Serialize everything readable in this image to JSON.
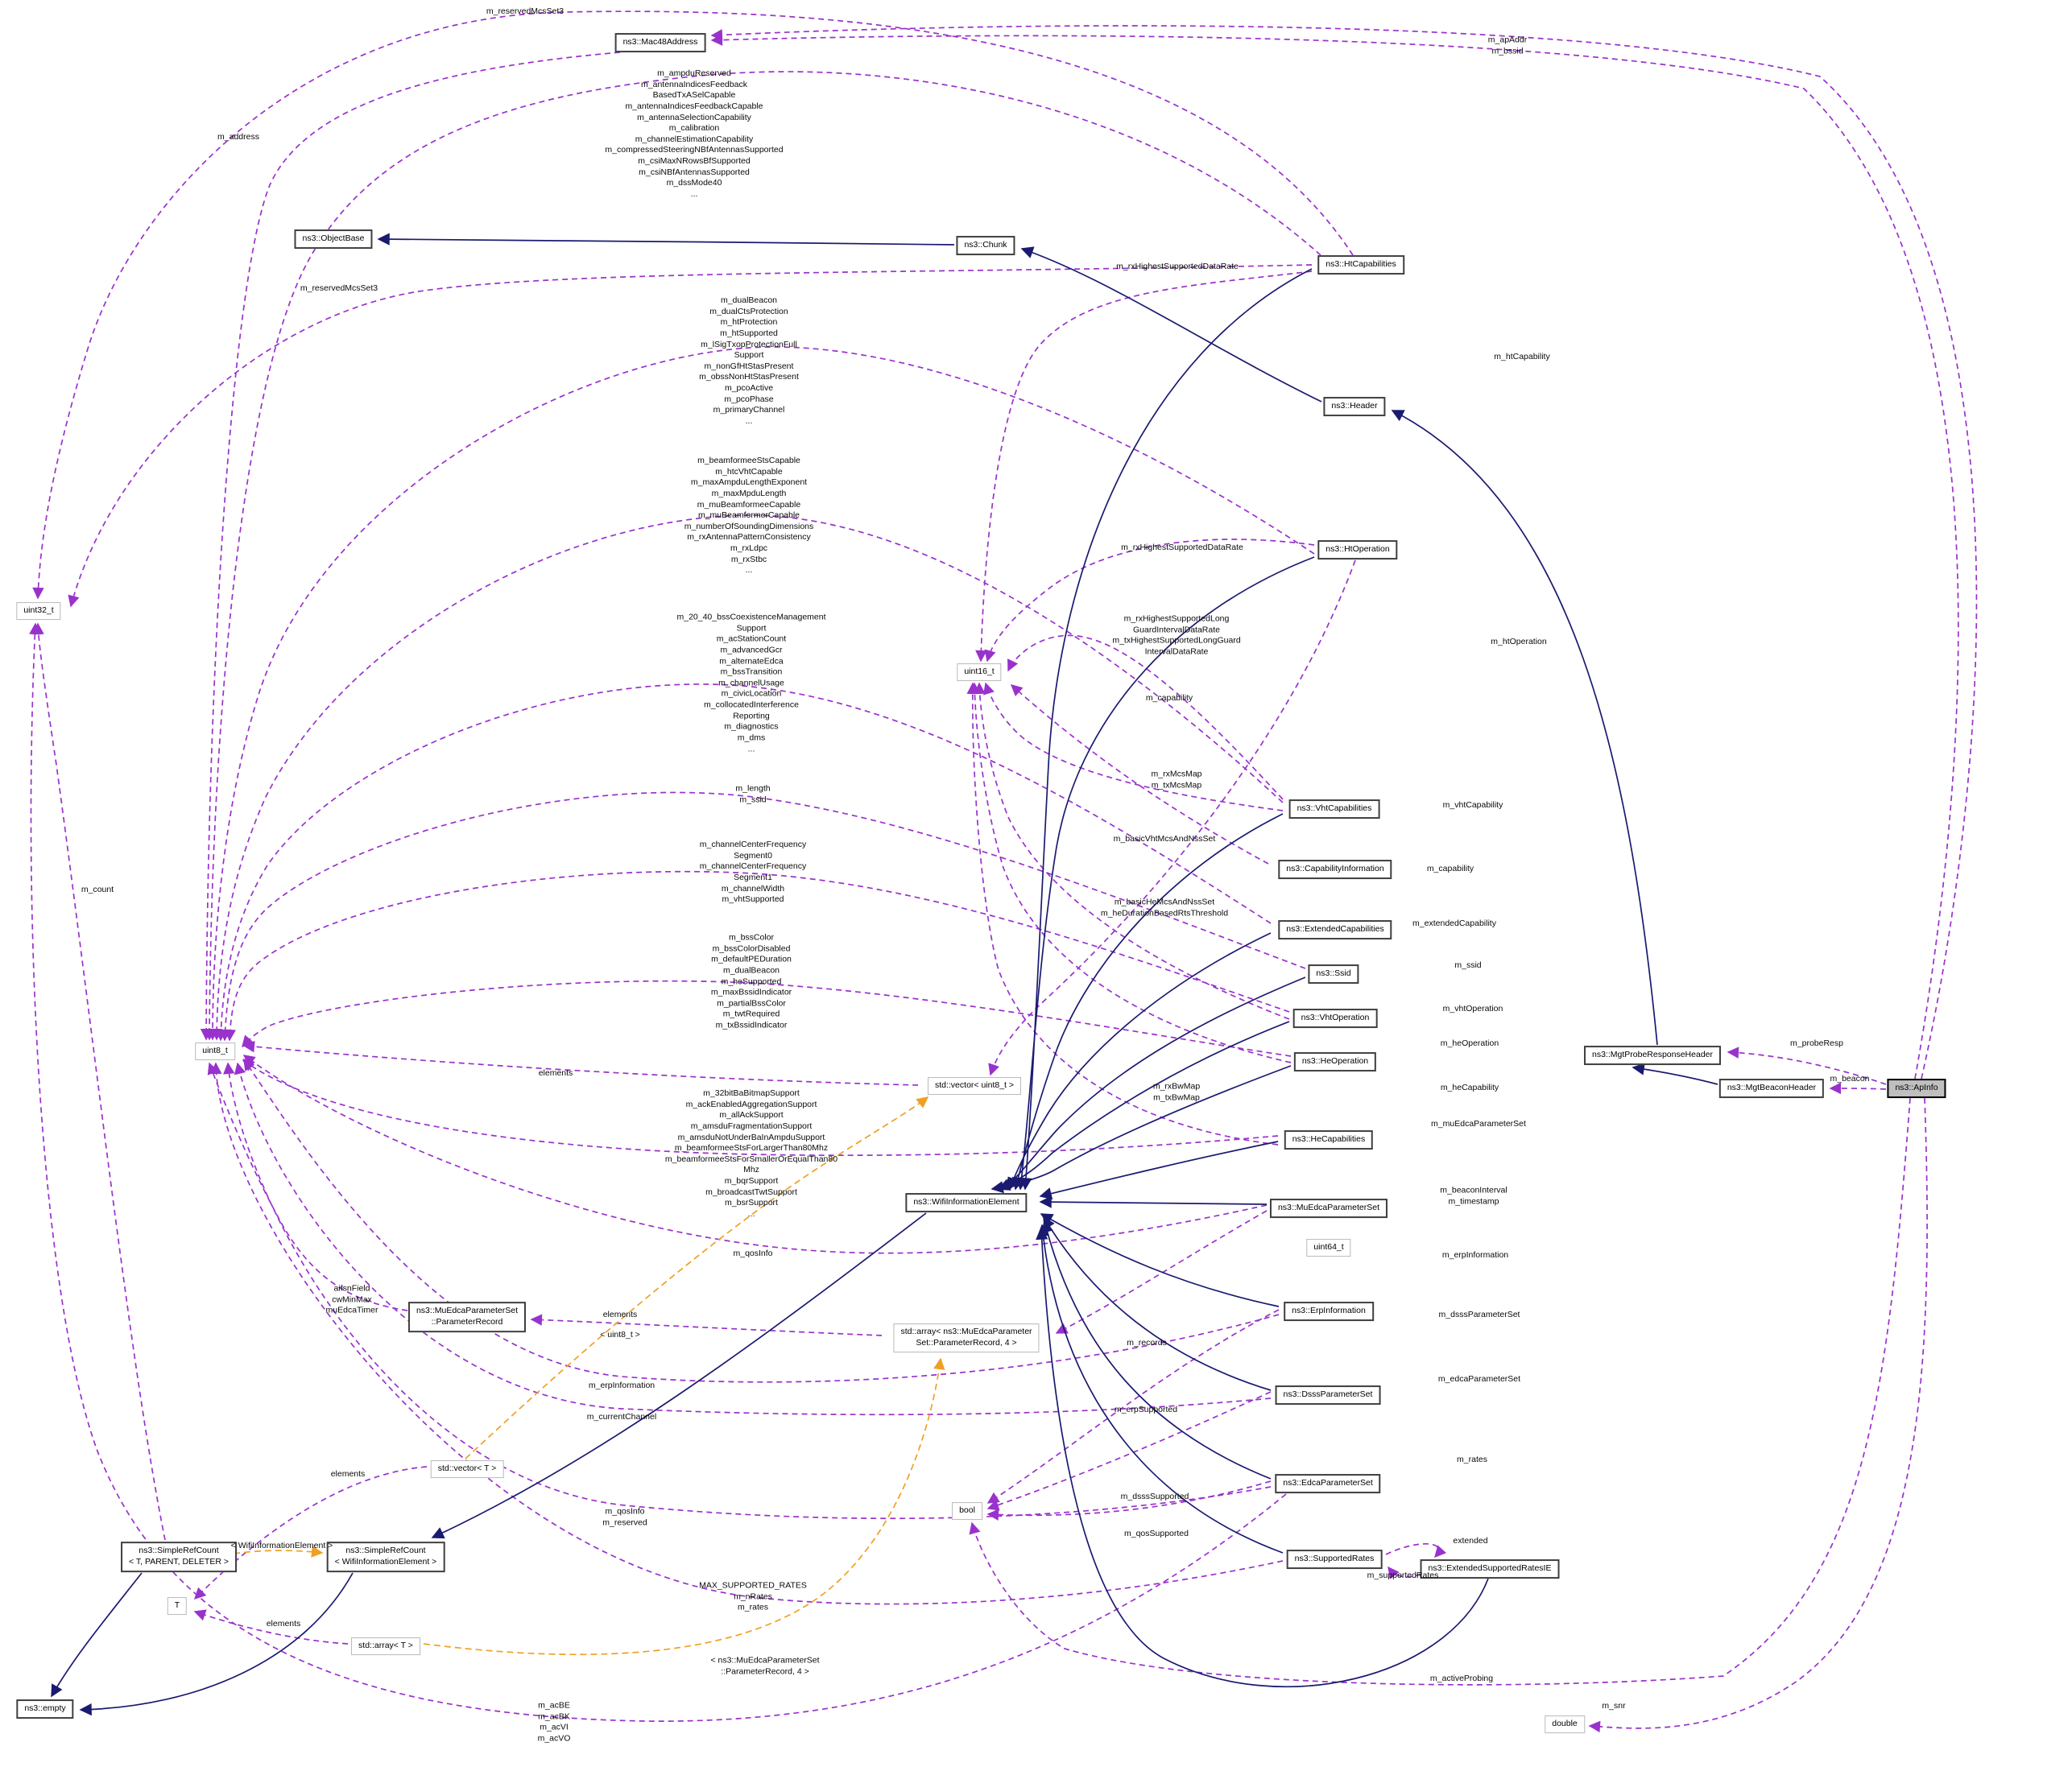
{
  "diagram": {
    "kind": "collaboration-graph",
    "main_node": "ns3::ApInfo",
    "colors": {
      "member_edge": "#9932CC",
      "inheritance_edge": "#1A1A70",
      "template_edge": "#EFA023",
      "node_bg": "#FFFFFF",
      "current_node_bg": "#BFBFBF"
    },
    "nodes": [
      {
        "id": "mac48",
        "label": "ns3::Mac48Address",
        "kind": "class"
      },
      {
        "id": "objectbase",
        "label": "ns3::ObjectBase",
        "kind": "class"
      },
      {
        "id": "chunk",
        "label": "ns3::Chunk",
        "kind": "class"
      },
      {
        "id": "htcap",
        "label": "ns3::HtCapabilities",
        "kind": "class"
      },
      {
        "id": "header",
        "label": "ns3::Header",
        "kind": "class"
      },
      {
        "id": "htop",
        "label": "ns3::HtOperation",
        "kind": "class"
      },
      {
        "id": "uint16",
        "label": "uint16_t",
        "kind": "primitive"
      },
      {
        "id": "uint32",
        "label": "uint32_t",
        "kind": "primitive"
      },
      {
        "id": "uint8",
        "label": "uint8_t",
        "kind": "primitive"
      },
      {
        "id": "uint64",
        "label": "uint64_t",
        "kind": "primitive"
      },
      {
        "id": "vhtcap",
        "label": "ns3::VhtCapabilities",
        "kind": "class"
      },
      {
        "id": "capinfo",
        "label": "ns3::CapabilityInformation",
        "kind": "class"
      },
      {
        "id": "extcap",
        "label": "ns3::ExtendedCapabilities",
        "kind": "class"
      },
      {
        "id": "ssid",
        "label": "ns3::Ssid",
        "kind": "class"
      },
      {
        "id": "vhtop",
        "label": "ns3::VhtOperation",
        "kind": "class"
      },
      {
        "id": "heop",
        "label": "ns3::HeOperation",
        "kind": "class"
      },
      {
        "id": "hecap",
        "label": "ns3::HeCapabilities",
        "kind": "class"
      },
      {
        "id": "muedca",
        "label": "ns3::MuEdcaParameterSet",
        "kind": "class"
      },
      {
        "id": "erpinfo",
        "label": "ns3::ErpInformation",
        "kind": "class"
      },
      {
        "id": "dsss",
        "label": "ns3::DsssParameterSet",
        "kind": "class"
      },
      {
        "id": "edca",
        "label": "ns3::EdcaParameterSet",
        "kind": "class"
      },
      {
        "id": "suprates",
        "label": "ns3::SupportedRates",
        "kind": "class"
      },
      {
        "id": "esrie",
        "label": "ns3::ExtendedSupportedRatesIE",
        "kind": "class"
      },
      {
        "id": "mprh",
        "label": "ns3::MgtProbeResponseHeader",
        "kind": "class"
      },
      {
        "id": "mbh",
        "label": "ns3::MgtBeaconHeader",
        "kind": "class"
      },
      {
        "id": "apinfo",
        "label": "ns3::ApInfo",
        "kind": "current"
      },
      {
        "id": "wie",
        "label": "ns3::WifiInformationElement",
        "kind": "class"
      },
      {
        "id": "vec8",
        "label": "std::vector< uint8_t >",
        "kind": "primitive"
      },
      {
        "id": "arr4",
        "label": "std::array< ns3::MuEdcaParameter\nSet::ParameterRecord, 4 >",
        "kind": "primitive"
      },
      {
        "id": "paramrec",
        "label": "ns3::MuEdcaParameterSet\n::ParameterRecord",
        "kind": "class"
      },
      {
        "id": "srcT",
        "label": "ns3::SimpleRefCount\n< T, PARENT, DELETER >",
        "kind": "class"
      },
      {
        "id": "srcW",
        "label": "ns3::SimpleRefCount\n< WifiInformationElement >",
        "kind": "class"
      },
      {
        "id": "vecT",
        "label": "std::vector< T >",
        "kind": "primitive"
      },
      {
        "id": "arrT",
        "label": "std::array< T >",
        "kind": "primitive"
      },
      {
        "id": "T",
        "label": "T",
        "kind": "primitive"
      },
      {
        "id": "empty",
        "label": "ns3::empty",
        "kind": "class"
      },
      {
        "id": "bool",
        "label": "bool",
        "kind": "primitive"
      },
      {
        "id": "double",
        "label": "double",
        "kind": "primitive"
      }
    ],
    "edge_labels": [
      {
        "id": "l1",
        "text": "m_reservedMcsSet3"
      },
      {
        "id": "l2",
        "text": "m_apAddr\nm_bssid"
      },
      {
        "id": "l3",
        "text": "m_ampduReserved\nm_antennaIndicesFeedback\nBasedTxASelCapable\nm_antennaIndicesFeedbackCapable\nm_antennaSelectionCapability\nm_calibration\nm_channelEstimationCapability\nm_compressedSteeringNBfAntennasSupported\nm_csiMaxNRowsBfSupported\nm_csiNBfAntennasSupported\nm_dssMode40\n..."
      },
      {
        "id": "l4",
        "text": "m_address"
      },
      {
        "id": "l5",
        "text": "m_reservedMcsSet3"
      },
      {
        "id": "l6",
        "text": "m_rxHighestSupportedDataRate"
      },
      {
        "id": "l7",
        "text": "m_htCapability"
      },
      {
        "id": "l8",
        "text": "m_dualBeacon\nm_dualCtsProtection\nm_htProtection\nm_htSupported\nm_lSigTxopProtectionFull\nSupport\nm_nonGfHtStasPresent\nm_obssNonHtStasPresent\nm_pcoActive\nm_pcoPhase\nm_primaryChannel\n..."
      },
      {
        "id": "l9",
        "text": "m_rxHighestSupportedDataRate"
      },
      {
        "id": "l10",
        "text": "m_htOperation"
      },
      {
        "id": "l11",
        "text": "m_beamformeeStsCapable\nm_htcVhtCapable\nm_maxAmpduLengthExponent\nm_maxMpduLength\nm_muBeamformeeCapable\nm_muBeamformerCapable\nm_numberOfSoundingDimensions\nm_rxAntennaPatternConsistency\nm_rxLdpc\nm_rxStbc\n..."
      },
      {
        "id": "l12",
        "text": "m_rxHighestSupportedLong\nGuardIntervalDataRate\nm_txHighestSupportedLongGuard\nIntervalDataRate"
      },
      {
        "id": "l13",
        "text": "m_capability"
      },
      {
        "id": "l14",
        "text": "m_20_40_bssCoexistenceManagement\nSupport\nm_acStationCount\nm_advancedGcr\nm_alternateEdca\nm_bssTransition\nm_channelUsage\nm_civicLocation\nm_collocatedInterference\nReporting\nm_diagnostics\nm_dms\n..."
      },
      {
        "id": "l15",
        "text": "m_length\nm_ssid"
      },
      {
        "id": "l16",
        "text": "m_rxMcsMap\nm_txMcsMap"
      },
      {
        "id": "l17",
        "text": "m_basicVhtMcsAndNssSet"
      },
      {
        "id": "l18",
        "text": "m_vhtCapability"
      },
      {
        "id": "l19",
        "text": "m_channelCenterFrequency\nSegment0\nm_channelCenterFrequency\nSegment1\nm_channelWidth\nm_vhtSupported"
      },
      {
        "id": "l20",
        "text": "m_capability"
      },
      {
        "id": "l21",
        "text": "m_basicHeMcsAndNssSet\nm_heDurationBasedRtsThreshold"
      },
      {
        "id": "l22",
        "text": "m_extendedCapability"
      },
      {
        "id": "l23",
        "text": "m_bssColor\nm_bssColorDisabled\nm_defaultPEDuration\nm_dualBeacon\nm_heSupported\nm_maxBssidIndicator\nm_partialBssColor\nm_twtRequired\nm_txBssidIndicator"
      },
      {
        "id": "l24",
        "text": "m_ssid"
      },
      {
        "id": "l25",
        "text": "m_vhtOperation"
      },
      {
        "id": "l26",
        "text": "m_heOperation"
      },
      {
        "id": "l27",
        "text": "m_rxBwMap\nm_txBwMap"
      },
      {
        "id": "l28",
        "text": "m_heCapability"
      },
      {
        "id": "l29",
        "text": "m_32bitBaBitmapSupport\nm_ackEnabledAggregationSupport\nm_allAckSupport\nm_amsduFragmentationSupport\nm_amsduNotUnderBaInAmpduSupport\nm_beamformeeStsForLargerThan80Mhz\nm_beamformeeStsForSmallerOrEqualThan80\nMhz\nm_bqrSupport\nm_broadcastTwtSupport\nm_bsrSupport\n..."
      },
      {
        "id": "l30",
        "text": "m_muEdcaParameterSet"
      },
      {
        "id": "l31",
        "text": "m_beaconInterval\nm_timestamp"
      },
      {
        "id": "l32",
        "text": "m_qosInfo"
      },
      {
        "id": "l33",
        "text": "m_erpInformation"
      },
      {
        "id": "l34",
        "text": "aifsnField\ncwMinMax\nmuEdcaTimer"
      },
      {
        "id": "l35",
        "text": "elements"
      },
      {
        "id": "l36",
        "text": "< uint8_t >"
      },
      {
        "id": "l37",
        "text": "m_records"
      },
      {
        "id": "l38",
        "text": "m_dsssParameterSet"
      },
      {
        "id": "l39",
        "text": "m_erpInformation"
      },
      {
        "id": "l40",
        "text": "m_currentChannel"
      },
      {
        "id": "l41",
        "text": "m_edcaParameterSet"
      },
      {
        "id": "l42",
        "text": "m_erpSupported"
      },
      {
        "id": "l43",
        "text": "elements"
      },
      {
        "id": "l44",
        "text": "m_dsssSupported"
      },
      {
        "id": "l45",
        "text": "m_qosSupported"
      },
      {
        "id": "l46",
        "text": "m_qosInfo\nm_reserved"
      },
      {
        "id": "l47",
        "text": "m_rates"
      },
      {
        "id": "l48",
        "text": "extended"
      },
      {
        "id": "l49",
        "text": "m_supportedRates"
      },
      {
        "id": "l50",
        "text": "m_probeResp"
      },
      {
        "id": "l51",
        "text": "m_beacon"
      },
      {
        "id": "l52",
        "text": "m_activeProbing"
      },
      {
        "id": "l53",
        "text": "m_snr"
      },
      {
        "id": "l54",
        "text": "m_count"
      },
      {
        "id": "l55",
        "text": "elements"
      },
      {
        "id": "l56",
        "text": "< WifiInformationElement >"
      },
      {
        "id": "l57",
        "text": "MAX_SUPPORTED_RATES\nm_nRates\nm_rates"
      },
      {
        "id": "l58",
        "text": "< ns3::MuEdcaParameterSet\n::ParameterRecord, 4 >"
      },
      {
        "id": "l59",
        "text": "m_acBE\nm_acBK\nm_acVI\nm_acVO"
      },
      {
        "id": "l60",
        "text": "elements"
      }
    ]
  }
}
